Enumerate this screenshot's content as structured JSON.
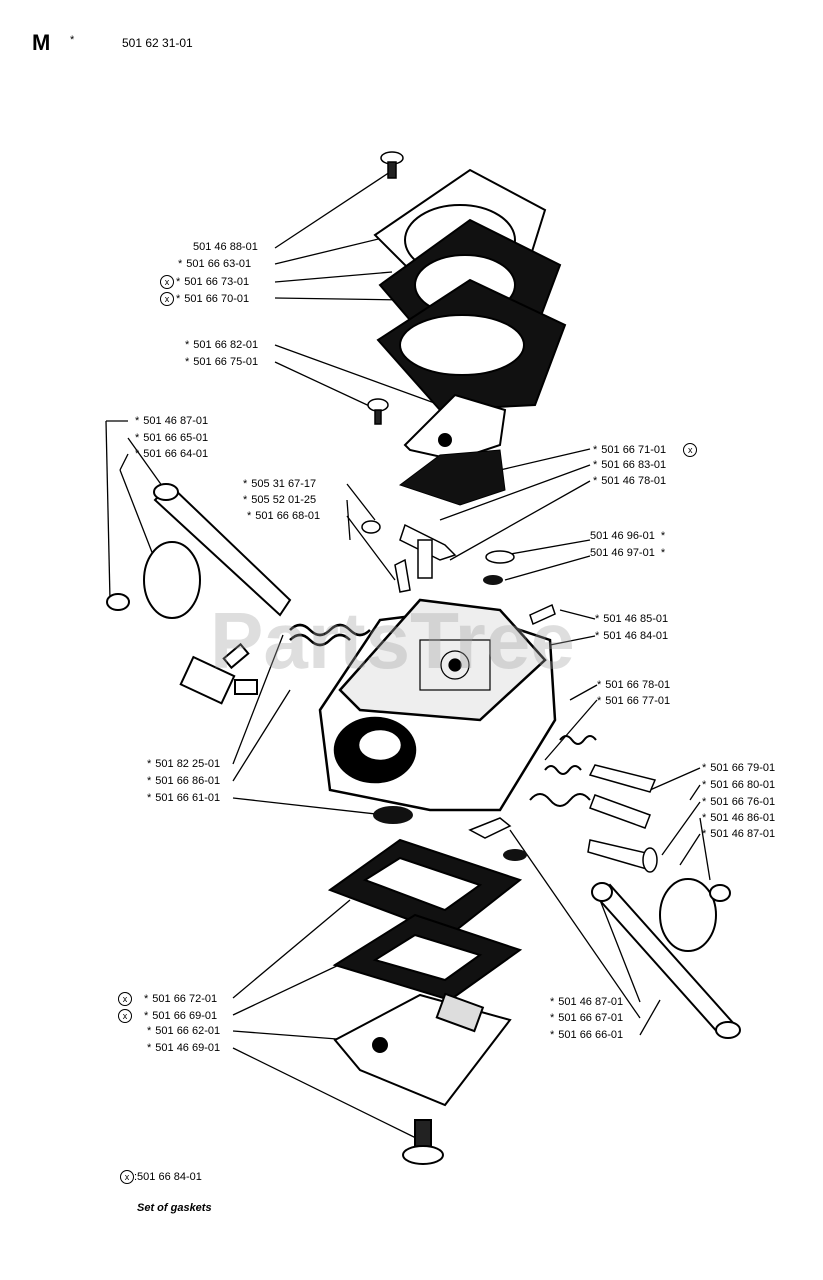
{
  "header": {
    "letter": "M",
    "star": "*",
    "part_number": "501 62 31-01"
  },
  "callouts": {
    "c1": {
      "star": "",
      "text": "501 46 88-01"
    },
    "c2": {
      "star": "*",
      "text": "501 66 63-01"
    },
    "c3": {
      "mark": "x",
      "star": "*",
      "text": "501 66 73-01"
    },
    "c4": {
      "mark": "x",
      "star": "*",
      "text": "501 66 70-01"
    },
    "c5": {
      "star": "*",
      "text": "501 66 82-01"
    },
    "c6": {
      "star": "*",
      "text": "501 66 75-01"
    },
    "c7": {
      "star": "*",
      "text": "501 46 87-01"
    },
    "c8": {
      "star": "*",
      "text": "501 66 65-01"
    },
    "c9": {
      "star": "*",
      "text": "501 66 64-01"
    },
    "c10": {
      "star": "*",
      "text": "505 31 67-17"
    },
    "c11": {
      "star": "*",
      "text": "505 52 01-25"
    },
    "c12": {
      "star": "*",
      "text": "501 66 68-01"
    },
    "c13": {
      "star": "*",
      "text": "501 66 71-01",
      "mark": "x"
    },
    "c14": {
      "star": "*",
      "text": "501 66 83-01"
    },
    "c15": {
      "star": "*",
      "text": "501 46 78-01"
    },
    "c16": {
      "star": "*",
      "text": "501 46 96-01"
    },
    "c17": {
      "star": "*",
      "text": "501 46 97-01"
    },
    "c18": {
      "star": "*",
      "text": "501 46 85-01"
    },
    "c19": {
      "star": "*",
      "text": "501 46 84-01"
    },
    "c20": {
      "star": "*",
      "text": "501 66 78-01"
    },
    "c21": {
      "star": "*",
      "text": "501 66 77-01"
    },
    "c22": {
      "star": "*",
      "text": "501 82 25-01"
    },
    "c23": {
      "star": "*",
      "text": "501 66 86-01"
    },
    "c24": {
      "star": "*",
      "text": "501 66 61-01"
    },
    "c25": {
      "star": "*",
      "text": "501 66 79-01"
    },
    "c26": {
      "star": "*",
      "text": "501 66 80-01"
    },
    "c27": {
      "star": "*",
      "text": "501 66 76-01"
    },
    "c28": {
      "star": "*",
      "text": "501 46 86-01"
    },
    "c29": {
      "star": "*",
      "text": "501 46 87-01"
    },
    "c30": {
      "mark": "x",
      "star": "*",
      "text": "501 66 72-01"
    },
    "c31": {
      "mark": "x",
      "star": "*",
      "text": "501 66 69-01"
    },
    "c32": {
      "star": "*",
      "text": "501 66 62-01"
    },
    "c33": {
      "star": "*",
      "text": "501 46 69-01"
    },
    "c34": {
      "star": "*",
      "text": "501 46 87-01"
    },
    "c35": {
      "star": "*",
      "text": "501 66 67-01"
    },
    "c36": {
      "star": "*",
      "text": "501 66 66-01"
    }
  },
  "footer": {
    "gasket_mark": "x",
    "gasket_part": ":501 66 84-01",
    "caption": "Set of gaskets"
  },
  "watermark": "PartsTree"
}
